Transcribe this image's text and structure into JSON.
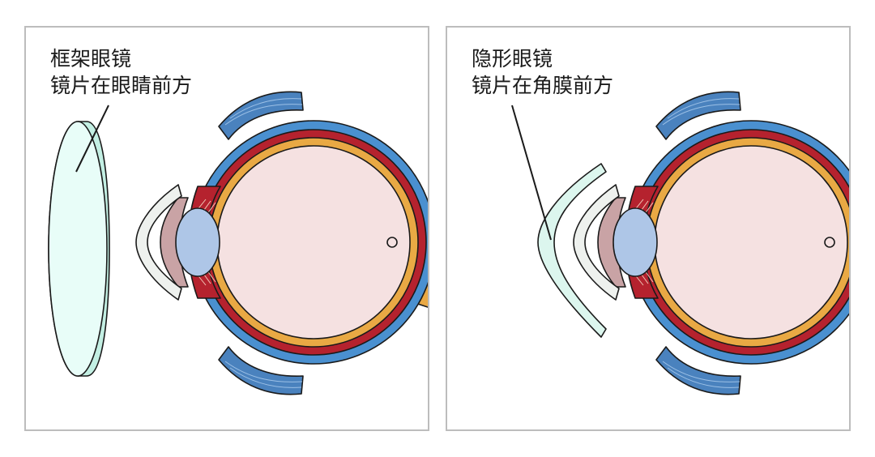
{
  "panels": [
    {
      "id": "spectacles",
      "title": "框架眼镜",
      "subtitle": "镜片在眼睛前方"
    },
    {
      "id": "contact-lens",
      "title": "隐形眼镜",
      "subtitle": "镜片在角膜前方"
    }
  ],
  "colors": {
    "border": "#bdbdbd",
    "sclera": "#4a90d0",
    "choroid": "#b5222e",
    "retina": "#e9a944",
    "vitreous": "#f5e1e1",
    "iris": "#c9a3a5",
    "lens": "#aec6e7",
    "cornea": "#eef1ee",
    "spectacle_lens": "#d8fbf3",
    "contact_lens": "#dcf6ee",
    "muscle": "#4a82be",
    "outline": "#1a1a1a"
  }
}
